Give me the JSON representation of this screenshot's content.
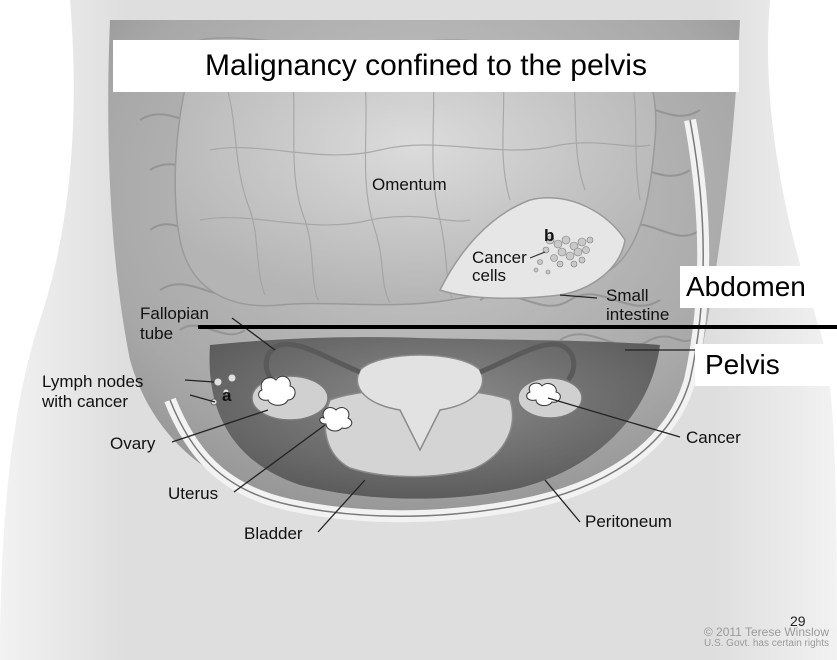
{
  "slide": {
    "title": "Malignancy confined to the pelvis",
    "regions": {
      "abdomen": "Abdomen",
      "pelvis": "Pelvis"
    },
    "slide_number": "29",
    "copyright": {
      "line1": "© 2011 Terese Winslow",
      "line2": "U.S. Govt. has certain rights"
    }
  },
  "illustration": {
    "labels": {
      "omentum": "Omentum",
      "cancer_cells_line1": "Cancer",
      "cancer_cells_line2": "cells",
      "marker_b": "b",
      "small_intestine_line1": "Small",
      "small_intestine_line2": "intestine",
      "fallopian_tube_line1": "Fallopian",
      "fallopian_tube_line2": "tube",
      "lymph_nodes_line1": "Lymph nodes",
      "lymph_nodes_line2": "with cancer",
      "marker_a": "a",
      "ovary": "Ovary",
      "uterus": "Uterus",
      "bladder": "Bladder",
      "cancer": "Cancer",
      "peritoneum": "Peritoneum"
    }
  },
  "colors": {
    "background": "#ffffff",
    "tissue_light": "#d9d9d9",
    "tissue_mid": "#b0b0b0",
    "tissue_dark": "#6e6e6e",
    "divider_line": "#000000"
  }
}
